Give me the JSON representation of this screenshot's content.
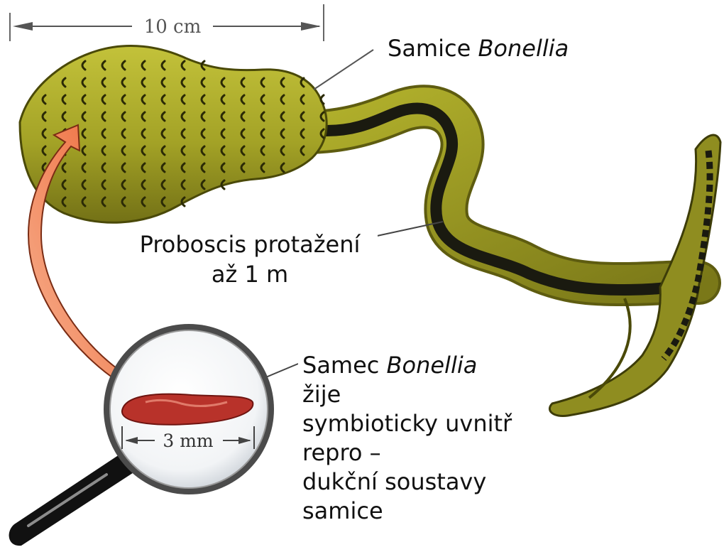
{
  "scale_bar_female": "10 cm",
  "scale_bar_male": "3 mm",
  "female_label": {
    "prefix": "Samice ",
    "genus": "Bonellia"
  },
  "proboscis_label": {
    "line1": "Proboscis protažení",
    "line2": "až 1 m"
  },
  "male_label": {
    "prefix": "Samec ",
    "genus": "Bonellia",
    "line1_suffix": " žije",
    "line2": "symbioticky uvnitř",
    "line3": "repro –",
    "line4": "dukční soustavy",
    "line5": "samice"
  },
  "colors": {
    "body": "#a7a628",
    "body_dark": "#6f6d14",
    "proboscis_groove": "#1a1a10",
    "arrow": "#f08a5a",
    "male_worm": "#b8322a",
    "magnifier_handle": "#111111"
  }
}
